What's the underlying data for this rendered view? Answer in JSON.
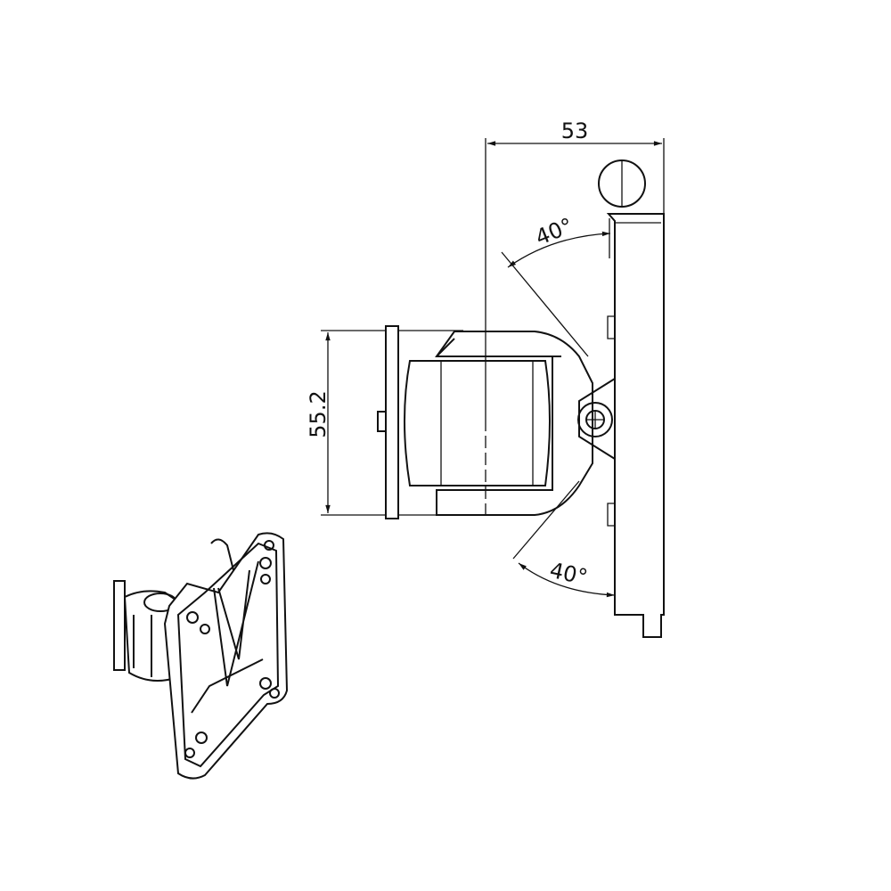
{
  "dimensions": {
    "width_label": "53",
    "height_label": "55.2",
    "tilt_up_label": "40°",
    "tilt_down_label": "40°"
  },
  "colors": {
    "line": "#111111",
    "background": "#ffffff"
  }
}
